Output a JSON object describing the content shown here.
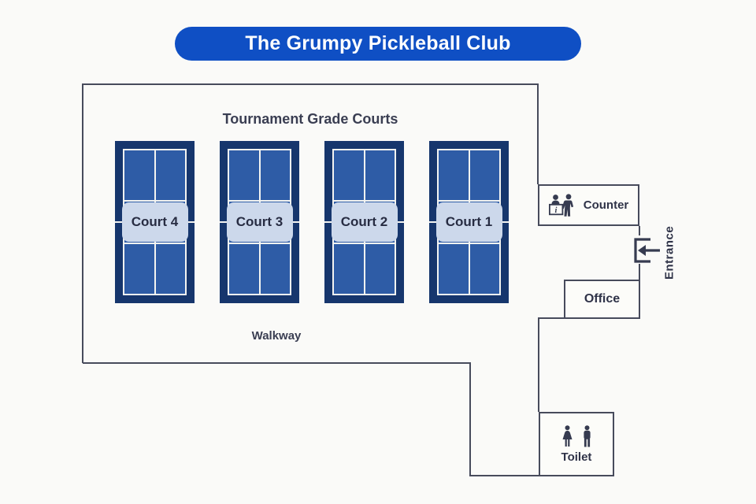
{
  "title": "The Grumpy Pickleball Club",
  "hall": {
    "heading": "Tournament Grade Courts",
    "walkway_label": "Walkway"
  },
  "courts": [
    {
      "label": "Court 4"
    },
    {
      "label": "Court 3"
    },
    {
      "label": "Court 2"
    },
    {
      "label": "Court 1"
    }
  ],
  "rooms": {
    "counter": {
      "label": "Counter",
      "icon": "information-desk-icon"
    },
    "office": {
      "label": "Office"
    },
    "toilet": {
      "label": "Toilet",
      "icons": [
        "woman-icon",
        "man-icon"
      ]
    },
    "entrance": {
      "label": "Entrance",
      "icon": "enter-arrow-icon"
    }
  },
  "colors": {
    "banner_blue": "#0f4fc4",
    "court_navy": "#16366d",
    "court_blue": "#2e5ca6",
    "court_line": "#f4f4f1",
    "court_label_fill": "#ccd8eb",
    "wall": "#474b5c",
    "text_dark": "#2f3348",
    "background": "#fafaf8"
  }
}
